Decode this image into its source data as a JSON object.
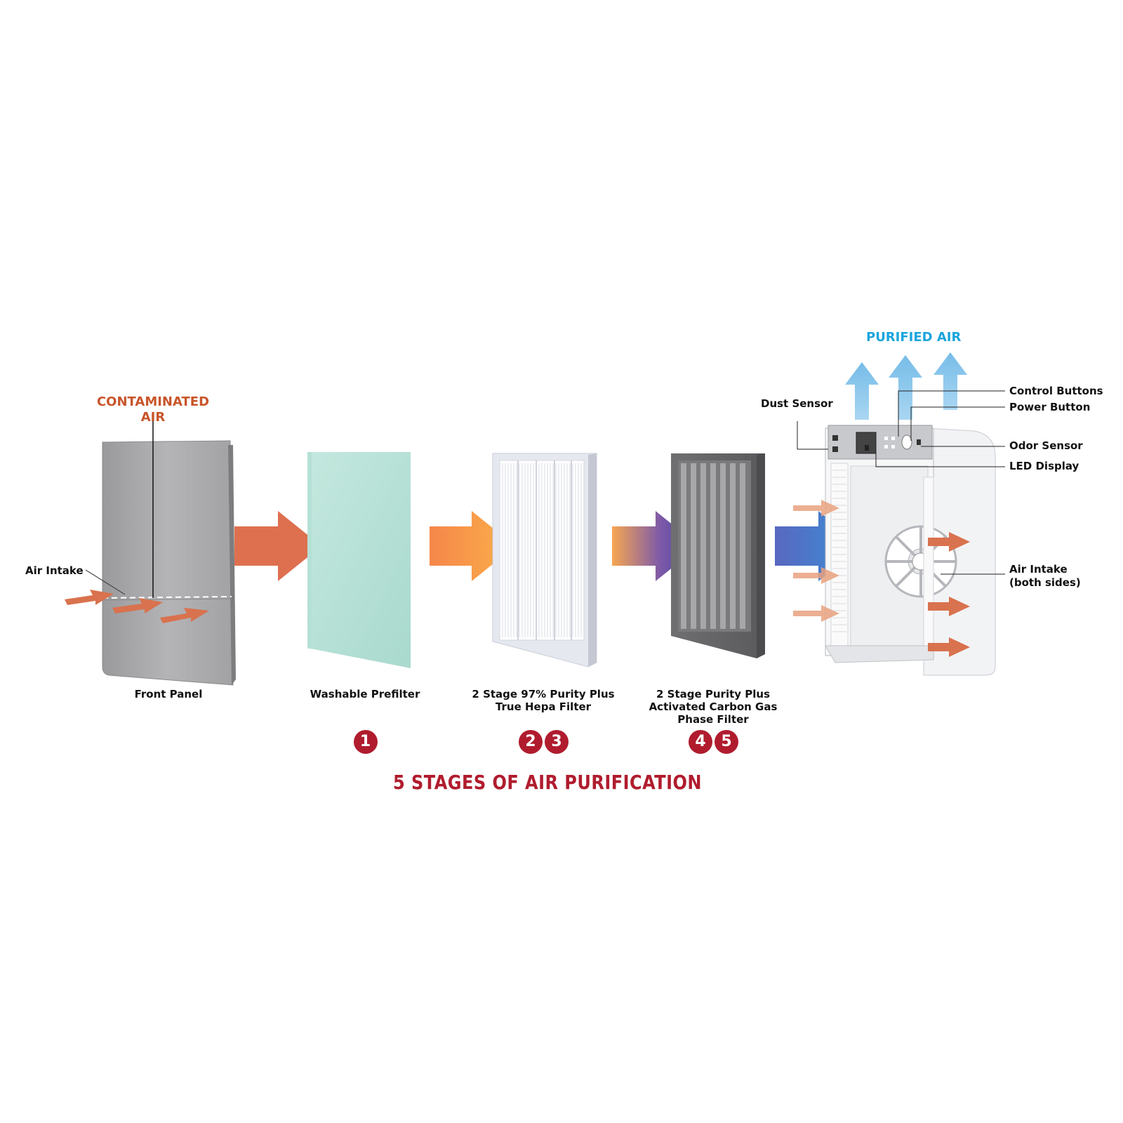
{
  "headings": {
    "contaminated_line1": "CONTAMINATED",
    "contaminated_line2": "AIR",
    "purified": "PURIFIED AIR"
  },
  "stages": [
    {
      "caption_lines": [
        "Front Panel"
      ],
      "badges": []
    },
    {
      "caption_lines": [
        "Washable Prefilter"
      ],
      "badges": [
        "1"
      ]
    },
    {
      "caption_lines": [
        "2 Stage 97% Purity Plus",
        "True Hepa Filter"
      ],
      "badges": [
        "2",
        "3"
      ]
    },
    {
      "caption_lines": [
        "2 Stage Purity Plus",
        "Activated Carbon Gas",
        "Phase Filter"
      ],
      "badges": [
        "4",
        "5"
      ]
    }
  ],
  "callouts": {
    "air_intake_left": "Air Intake",
    "dust_sensor": "Dust Sensor",
    "control_buttons": "Control Buttons",
    "power_button": "Power Button",
    "odor_sensor": "Odor Sensor",
    "led_display": "LED Display",
    "air_intake_right_line1": "Air Intake",
    "air_intake_right_line2": "(both sides)"
  },
  "title": "5 STAGES OF AIR PURIFICATION",
  "colors": {
    "contaminated": "#c8552a",
    "purified": "#1aa5dc",
    "badge": "#b01c2e",
    "intake_arrow": "#d9724e",
    "purified_arrow": "#8ec9ec"
  }
}
